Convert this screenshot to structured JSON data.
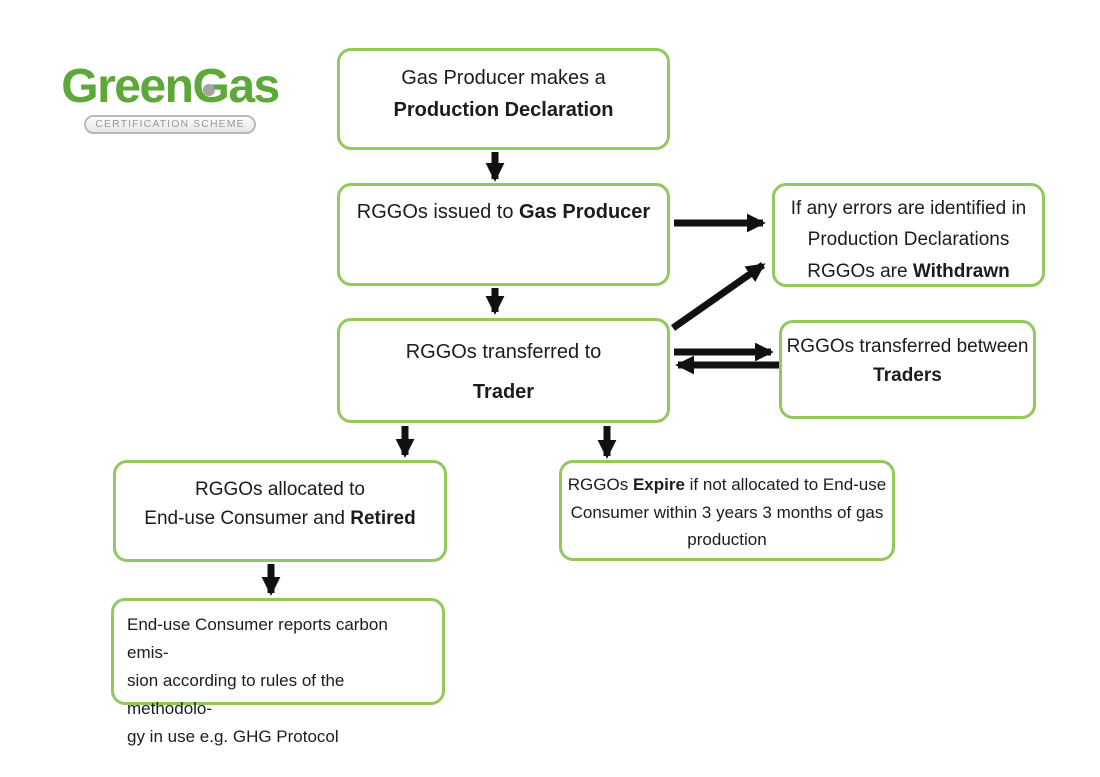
{
  "logo": {
    "brand_part1": "Green",
    "brand_g": "G",
    "brand_part2": "as",
    "tagline": "CERTIFICATION SCHEME"
  },
  "colors": {
    "box_border_green": "#93c85f",
    "logo_green": "#5ea83a",
    "tagline_gray": "#989898",
    "arrow_black": "#111111",
    "text_black": "#1c1c1c"
  },
  "flow": {
    "production": {
      "lines": [
        [
          {
            "t": "Gas Producer makes a",
            "b": false
          }
        ],
        [
          {
            "t": "Production Declaration",
            "b": true
          }
        ]
      ]
    },
    "issued": {
      "lines": [
        [
          {
            "t": "RGGOs issued to ",
            "b": false
          },
          {
            "t": "Gas Producer",
            "b": true
          }
        ]
      ]
    },
    "trader": {
      "lines": [
        [
          {
            "t": "RGGOs transferred to",
            "b": false
          }
        ],
        [
          {
            "t": "Trader",
            "b": true
          }
        ]
      ]
    },
    "withdrawn": {
      "lines": [
        [
          {
            "t": "If any errors are identified in",
            "b": false
          }
        ],
        [
          {
            "t": "Production Declarations",
            "b": false
          }
        ],
        [
          {
            "t": "RGGOs are ",
            "b": false
          },
          {
            "t": "Withdrawn",
            "b": true
          }
        ]
      ]
    },
    "traders": {
      "lines": [
        [
          {
            "t": "RGGOs transferred between",
            "b": false
          }
        ],
        [
          {
            "t": "Traders",
            "b": true
          }
        ]
      ]
    },
    "allocated": {
      "lines": [
        [
          {
            "t": "RGGOs allocated to",
            "b": false
          }
        ],
        [
          {
            "t": "End-use Consumer and ",
            "b": false
          },
          {
            "t": "Retired",
            "b": true
          }
        ]
      ]
    },
    "expire": {
      "lines": [
        [
          {
            "t": "RGGOs ",
            "b": false
          },
          {
            "t": "Expire",
            "b": true
          },
          {
            "t": " if not allocated to End-use",
            "b": false
          }
        ],
        [
          {
            "t": "Consumer within 3 years 3 months of gas",
            "b": false
          }
        ],
        [
          {
            "t": "production",
            "b": false
          }
        ]
      ]
    },
    "reports": {
      "lines": [
        [
          {
            "t": "End-use Consumer reports carbon emis-",
            "b": false
          }
        ],
        [
          {
            "t": "sion according to rules of the methodolo-",
            "b": false
          }
        ],
        [
          {
            "t": "gy in use e.g. GHG Protocol",
            "b": false
          }
        ]
      ]
    }
  }
}
